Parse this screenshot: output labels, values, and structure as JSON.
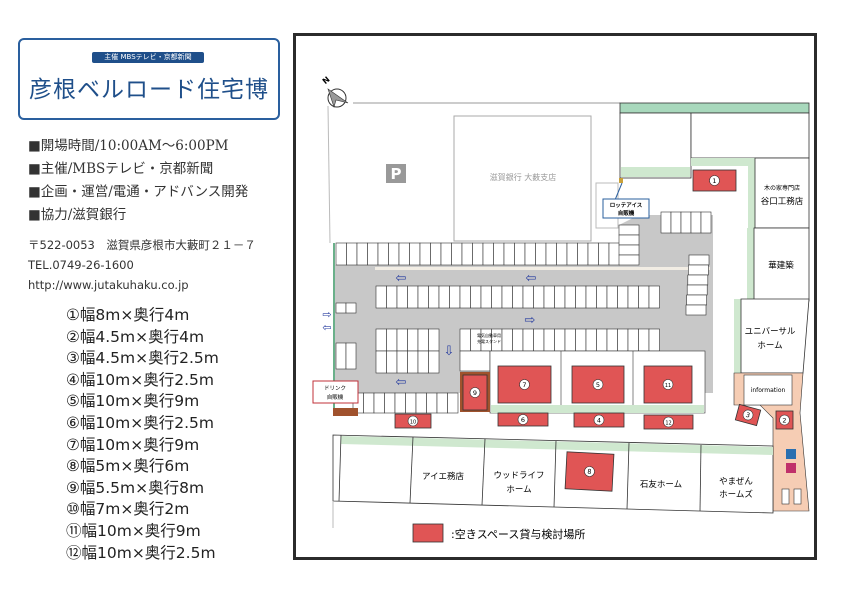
{
  "logo": {
    "sub": "主催 MBSテレビ・京都新聞",
    "title": "彦根ベルロード住宅博"
  },
  "info": [
    "■開場時間/10:00AM〜6:00PM",
    "■主催/MBSテレビ・京都新聞",
    "■企画・運営/電通・アドバンス開発",
    "■協力/滋賀銀行"
  ],
  "address": {
    "postal": "〒522-0053　滋賀県彦根市大藪町２１－７",
    "tel": "TEL.0749-26-1600",
    "url": "http://www.jutakuhaku.co.jp"
  },
  "spaces": [
    "①幅8m×奥行4m",
    "②幅4.5m×奥行4m",
    "③幅4.5m×奥行2.5m",
    "④幅10m×奥行2.5m",
    "⑤幅10m×奥行9m",
    "⑥幅10m×奥行2.5m",
    "⑦幅10m×奥行9m",
    "⑧幅5m×奥行6m",
    "⑨幅5.5m×奥行8m",
    "⑩幅7m×奥行2m",
    "⑪幅10m×奥行9m",
    "⑫幅10m×奥行2.5m"
  ],
  "map": {
    "compass": "N",
    "parking": "P",
    "bank": "滋賀銀行 大薮支店",
    "lotte": [
      "ロッテアイス",
      "自販機"
    ],
    "drink": [
      "ドリンク",
      "自販機"
    ],
    "charger": [
      "電気自動車用",
      "充電スタンド"
    ],
    "taniguchi": [
      "木の家専門店",
      "谷口工務店"
    ],
    "kakenchiku": "華建築",
    "universal": [
      "ユニバーサル",
      "ホーム"
    ],
    "information": "information",
    "aie": "アイエ務店",
    "woodlife": [
      "ウッドライフ",
      "ホーム"
    ],
    "sekiyu": "石友ホーム",
    "yamazen": [
      "やまぜん",
      "ホームズ"
    ],
    "legend": ":空きスペース貸与検討場所",
    "plots": [
      {
        "n": "1"
      },
      {
        "n": "2"
      },
      {
        "n": "3"
      },
      {
        "n": "4"
      },
      {
        "n": "5"
      },
      {
        "n": "6"
      },
      {
        "n": "7"
      },
      {
        "n": "8"
      },
      {
        "n": "9"
      },
      {
        "n": "10"
      },
      {
        "n": "11"
      },
      {
        "n": "12"
      }
    ]
  },
  "colors": {
    "brand": "#1f4f8a",
    "space": "#e05555",
    "green": "#cfe8cf",
    "road": "#c8c8c8",
    "peach": "#f6cdb4"
  }
}
